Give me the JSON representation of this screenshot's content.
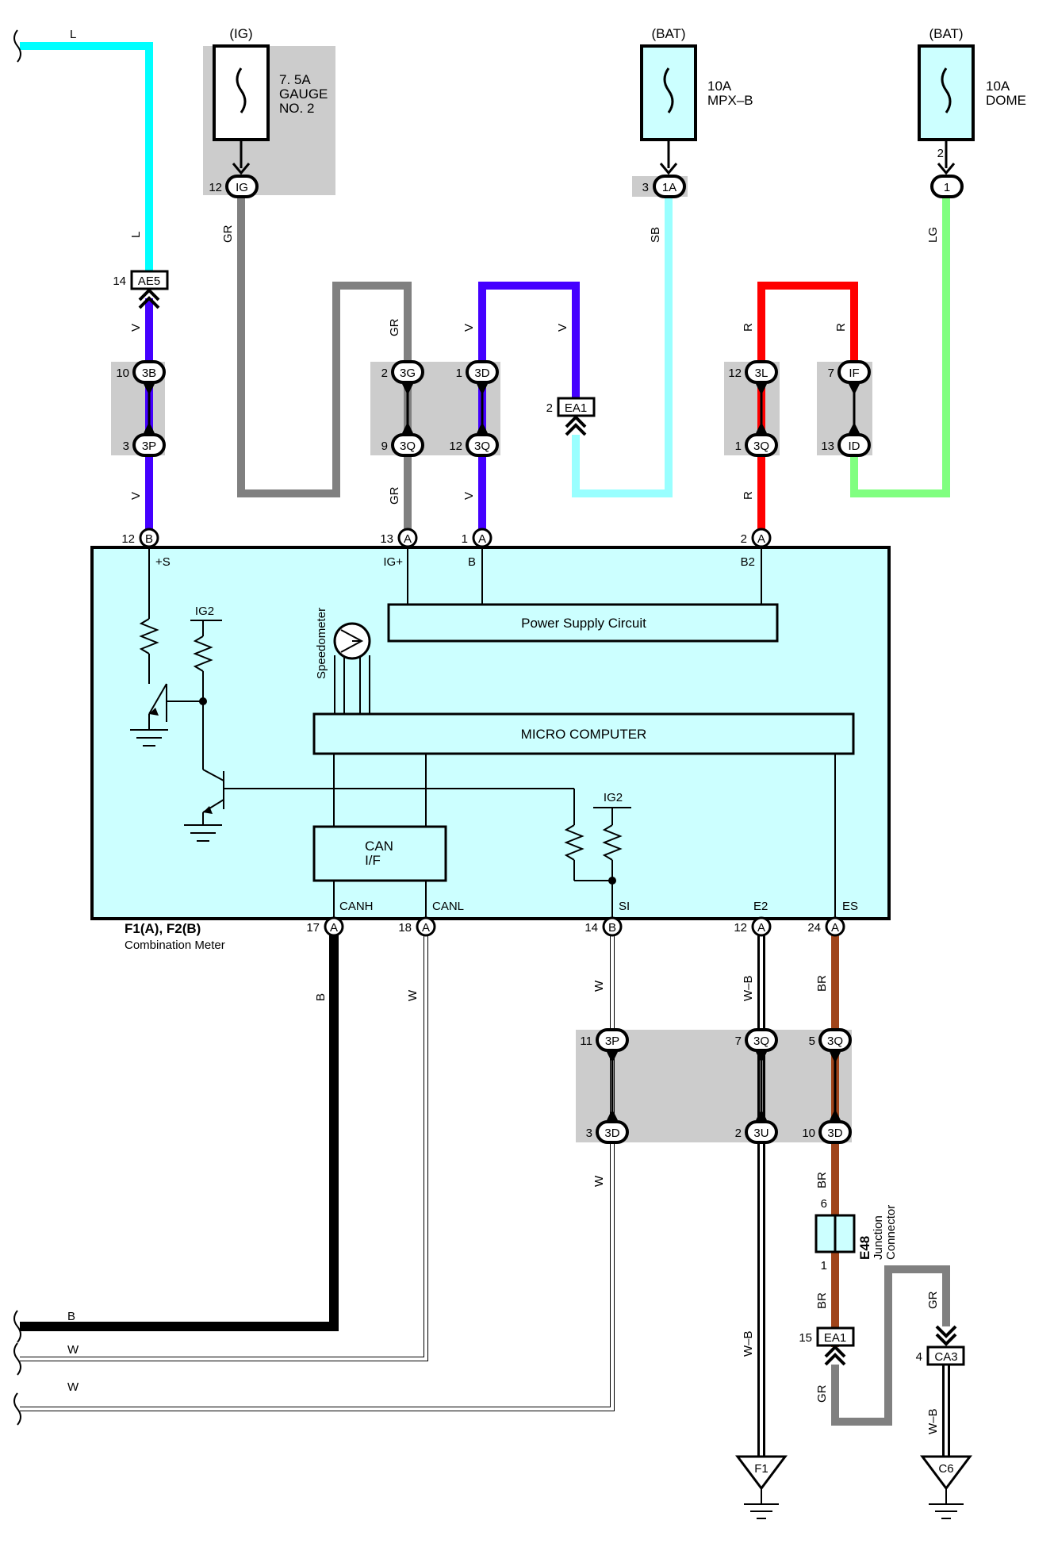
{
  "sources": {
    "ig": "(IG)",
    "bat1": "(BAT)",
    "bat2": "(BAT)"
  },
  "fuses": {
    "gauge": [
      "7. 5A",
      "GAUGE",
      "NO. 2"
    ],
    "mpx": [
      "10A",
      "MPX–B"
    ],
    "dome": [
      "10A",
      "DOME"
    ]
  },
  "connectors": {
    "ig": {
      "id": "IG",
      "pin": "12"
    },
    "c1a": {
      "id": "1A",
      "pin": "3"
    },
    "dome1": {
      "id": "1",
      "pin": "2"
    },
    "ae5": {
      "id": "AE5",
      "pin": "14"
    },
    "c3b": {
      "id": "3B",
      "pin": "10"
    },
    "c3p_top": {
      "id": "3P",
      "pin": "3"
    },
    "c3g": {
      "id": "3G",
      "pin": "2"
    },
    "c3q_a": {
      "id": "3Q",
      "pin": "9"
    },
    "c3d_top": {
      "id": "3D",
      "pin": "1"
    },
    "c3q_b": {
      "id": "3Q",
      "pin": "12"
    },
    "ea1_top": {
      "id": "EA1",
      "pin": "2"
    },
    "c3l": {
      "id": "3L",
      "pin": "12"
    },
    "c3q_c": {
      "id": "3Q",
      "pin": "1"
    },
    "c1f": {
      "id": "IF",
      "pin": "7"
    },
    "c1d": {
      "id": "ID",
      "pin": "13"
    },
    "c3p_bot": {
      "id": "3P",
      "pin": "11"
    },
    "c3d_bot1": {
      "id": "3D",
      "pin": "3"
    },
    "c3q_d": {
      "id": "3Q",
      "pin": "7"
    },
    "c3u": {
      "id": "3U",
      "pin": "2"
    },
    "c3q_e": {
      "id": "3Q",
      "pin": "5"
    },
    "c3d_bot2": {
      "id": "3D",
      "pin": "10"
    },
    "ea1_bot": {
      "id": "EA1",
      "pin": "15"
    },
    "ca3": {
      "id": "CA3",
      "pin": "4"
    }
  },
  "meter_pins_top": [
    {
      "pin": "12",
      "conn": "B",
      "label": "+S"
    },
    {
      "pin": "13",
      "conn": "A",
      "label": "IG+"
    },
    {
      "pin": "1",
      "conn": "A",
      "label": "B"
    },
    {
      "pin": "2",
      "conn": "A",
      "label": "B2"
    }
  ],
  "meter_pins_bottom": [
    {
      "pin": "17",
      "conn": "A",
      "label": "CANH"
    },
    {
      "pin": "18",
      "conn": "A",
      "label": "CANL"
    },
    {
      "pin": "14",
      "conn": "B",
      "label": "SI"
    },
    {
      "pin": "12",
      "conn": "A",
      "label": "E2"
    },
    {
      "pin": "24",
      "conn": "A",
      "label": "ES"
    }
  ],
  "meter": {
    "code": "F1(A), F2(B)",
    "name": "Combination Meter",
    "power_supply": "Power Supply Circuit",
    "micro": "MICRO COMPUTER",
    "can_if": [
      "CAN",
      "I/F"
    ],
    "speedometer": "Speedometer",
    "ig2": "IG2"
  },
  "wire_colors": {
    "l": "L",
    "v": "V",
    "gr": "GR",
    "sb": "SB",
    "r": "R",
    "lg": "LG",
    "b": "B",
    "w": "W",
    "wb": "W–B",
    "br": "BR"
  },
  "junction": {
    "code": "E48",
    "name": [
      "Junction",
      "Connector"
    ],
    "pin_top": "6",
    "pin_bottom": "1"
  },
  "grounds": {
    "f1": "F1",
    "c6": "C6"
  },
  "colors": {
    "cyan": "#00ffff",
    "violet": "#4400ff",
    "gray": "#808080",
    "light_cyan": "#99ffff",
    "red": "#ff0000",
    "light_green": "#80ff80",
    "black": "#000000",
    "brown": "#a0441a",
    "box_fill": "#ccffff",
    "shade": "#cccccc"
  }
}
